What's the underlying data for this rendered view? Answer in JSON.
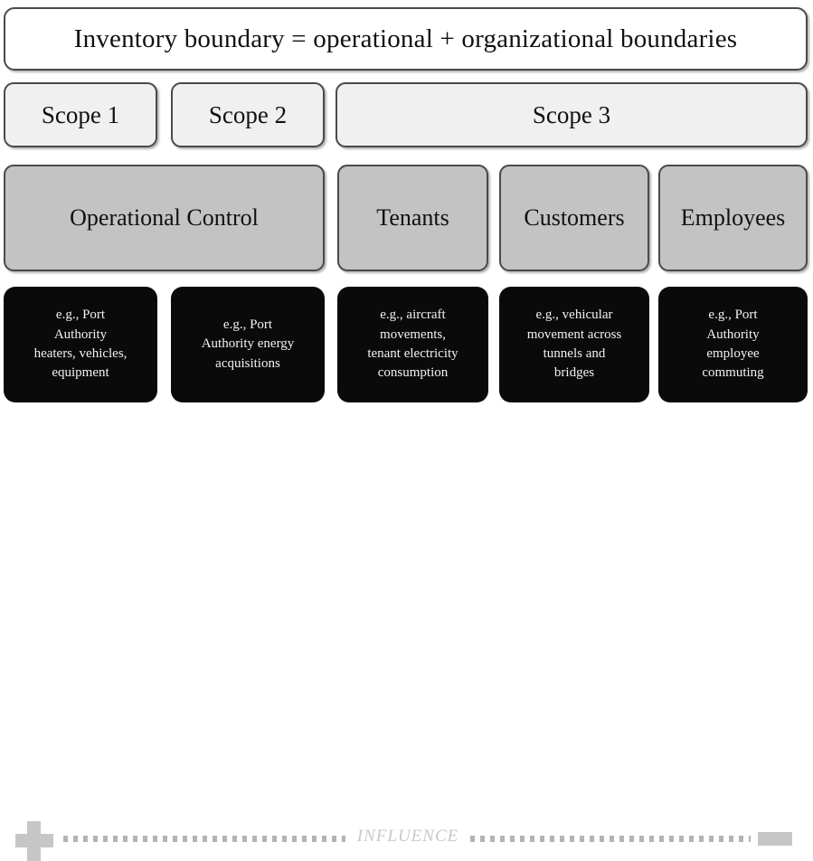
{
  "banner": {
    "title": "Inventory boundary = operational + organizational boundaries"
  },
  "scopes": [
    {
      "label": "Scope 1"
    },
    {
      "label": "Scope 2"
    },
    {
      "label": "Scope 3"
    }
  ],
  "categories": [
    {
      "label": "Operational Control"
    },
    {
      "label": "Tenants"
    },
    {
      "label": "Customers"
    },
    {
      "label": "Employees"
    }
  ],
  "examples": [
    {
      "lines": [
        "e.g., Port",
        "Authority",
        "heaters, vehicles,",
        "equipment"
      ]
    },
    {
      "lines": [
        "e.g., Port",
        "Authority energy",
        "acquisitions"
      ]
    },
    {
      "lines": [
        "e.g., aircraft",
        "movements,",
        "tenant electricity",
        "consumption"
      ]
    },
    {
      "lines": [
        "e.g., vehicular",
        "movement across",
        "tunnels and",
        "bridges"
      ]
    },
    {
      "lines": [
        "e.g., Port",
        "Authority",
        "employee",
        "commuting"
      ]
    }
  ],
  "influence": {
    "label": "INFLUENCE",
    "plus_icon": "plus-icon",
    "minus_icon": "minus-icon",
    "colors": {
      "marker_gray": "#c6c6c6",
      "dot_gray": "#b4b4b4",
      "label_gray": "#c9c9c9"
    }
  },
  "colors": {
    "banner_fill": "#ffffff",
    "scope_fill": "#f0f0f0",
    "category_fill": "#c3c3c3",
    "example_fill": "#0a0a0a",
    "example_text": "#f2f2f2",
    "border": "#4a4a4a",
    "text": "#111111"
  }
}
